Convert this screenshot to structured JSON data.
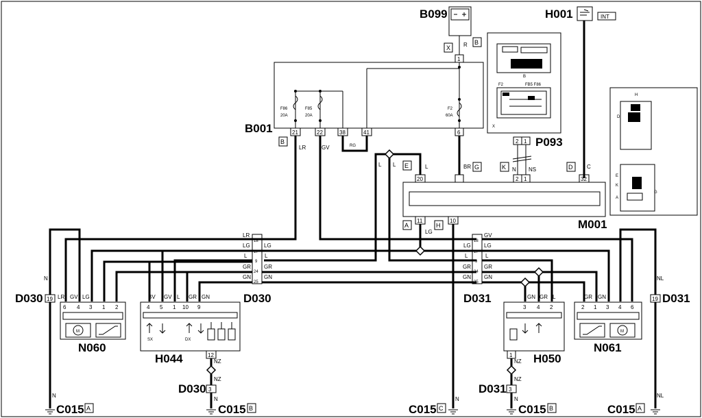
{
  "components": {
    "b099": "B099",
    "h001": "H001",
    "h001_tag": "INT",
    "b001": "B001",
    "p093": "P093",
    "m001": "M001",
    "d030_left": "D030",
    "d030_mid": "D030",
    "d030_bottom": "D030",
    "d031_mid": "D031",
    "d031_right": "D031",
    "d031_bottom": "D031",
    "n060": "N060",
    "h044": "H044",
    "h050": "H050",
    "n061": "N061",
    "c015_a_left": "C015",
    "c015_b_left": "C015",
    "c015_c": "C015",
    "c015_b_right": "C015",
    "c015_a_right": "C015"
  },
  "ref_letters": {
    "a": "A",
    "b": "B",
    "c": "C",
    "d": "D",
    "e": "E",
    "g": "G",
    "h": "H",
    "k": "K",
    "x": "X"
  },
  "fuses": {
    "f86": {
      "name": "F86",
      "rating": "20A"
    },
    "f85": {
      "name": "F85",
      "rating": "20A"
    },
    "f2": {
      "name": "F2",
      "rating": "60A"
    }
  },
  "b001_pins": [
    "21",
    "22",
    "38",
    "41",
    "6",
    "1"
  ],
  "inset": {
    "f2": "F2",
    "fb": "FB5 F86",
    "b": "B",
    "x": "X"
  },
  "inset2": {
    "h": "H",
    "d": "D",
    "e": "E",
    "k": "K",
    "a": "A",
    "g": "G"
  },
  "wire_colors": {
    "r": "R",
    "lr": "LR",
    "gv": "GV",
    "rg": "RG",
    "br": "BR",
    "l": "L",
    "lg": "LG",
    "n": "N",
    "ns": "NS",
    "c": "C",
    "gr": "GR",
    "gn": "GN",
    "bv": "BV",
    "nz": "NZ",
    "nl": "NL"
  },
  "m001_pins": [
    "20",
    "2",
    "1",
    "32",
    "11",
    "10"
  ],
  "p093_pins": [
    "2",
    "1"
  ],
  "d030_pins": [
    "18",
    "17",
    "9",
    "24",
    "25"
  ],
  "d031_pins": [
    "18",
    "17",
    "9",
    "24",
    "25"
  ],
  "n060_pins": [
    "6",
    "4",
    "3",
    "1",
    "2"
  ],
  "h044_pins": [
    "4",
    "5",
    "1",
    "10",
    "9"
  ],
  "h044_labels": {
    "sx": "SX",
    "dx": "DX",
    "pin12": "12"
  },
  "h050_pins": [
    "3",
    "4",
    "2"
  ],
  "h050_pin1": "1",
  "n061_pins": [
    "2",
    "1",
    "3",
    "4",
    "6"
  ],
  "conn_19": "19",
  "conn_3": "3"
}
